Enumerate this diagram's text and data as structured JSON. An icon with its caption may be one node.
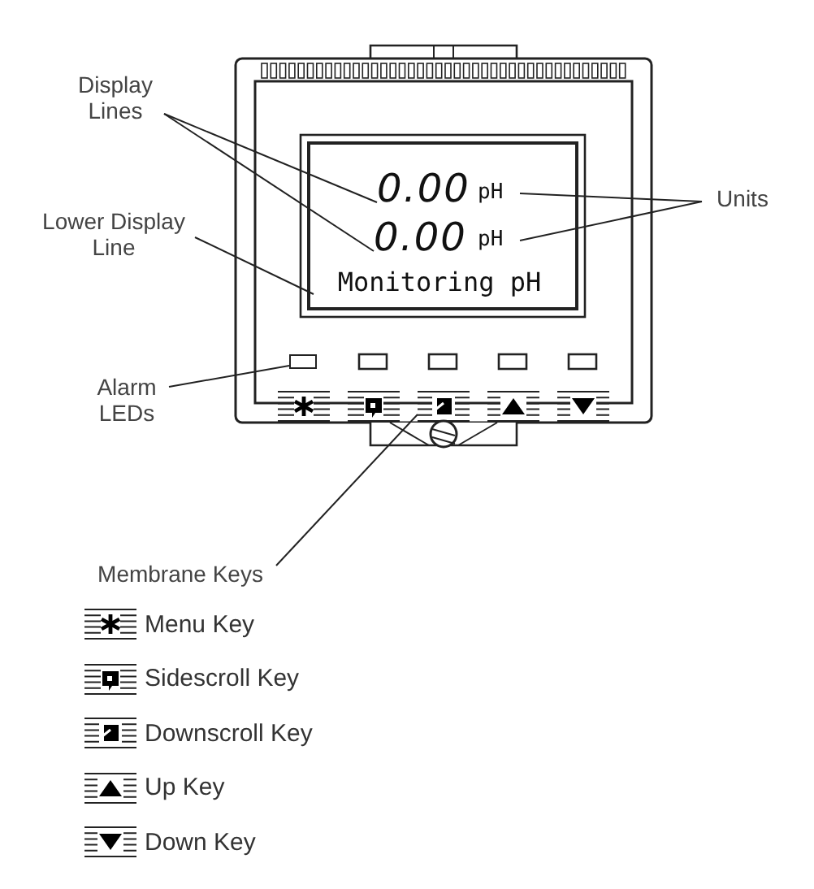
{
  "diagram": {
    "nodes": [
      {
        "text": [
          "Display Lines"
        ]
      },
      {
        "text": [
          "0.00"
        ]
      },
      {
        "text": [
          "pH"
        ]
      },
      {
        "text": [
          "0.00"
        ]
      },
      {
        "text": [
          "pH"
        ]
      },
      {
        "text": [
          "Monitoring pH"
        ]
      },
      {
        "text": [
          "Units"
        ]
      },
      {
        "text": [
          "Lower Display Line"
        ]
      },
      {
        "text": [
          "Alarm LEDs"
        ]
      },
      {
        "text": [],
        "shape": "box"
      },
      {
        "text": [
          "Membrane Keys"
        ]
      },
      {
        "text": [],
        "shape": "box"
      }
    ],
    "edges": [
      {
        "from": 0,
        "to": 1,
        "arrow": "none"
      },
      {
        "from": 0,
        "to": 3,
        "arrow": "none"
      },
      {
        "from": 6,
        "to": 2,
        "arrow": "none"
      },
      {
        "from": 6,
        "to": 4,
        "arrow": "none"
      },
      {
        "from": 7,
        "to": 5,
        "arrow": "none"
      },
      {
        "from": 8,
        "to": 9,
        "arrow": "none"
      },
      {
        "from": 10,
        "to": 11,
        "arrow": "none"
      }
    ],
    "legend": [
      {
        "text": "Menu Key"
      },
      {
        "text": "Sidescroll Key"
      },
      {
        "text": "Downscroll Key"
      },
      {
        "text": "Up Key"
      },
      {
        "text": "Down Key"
      }
    ]
  }
}
